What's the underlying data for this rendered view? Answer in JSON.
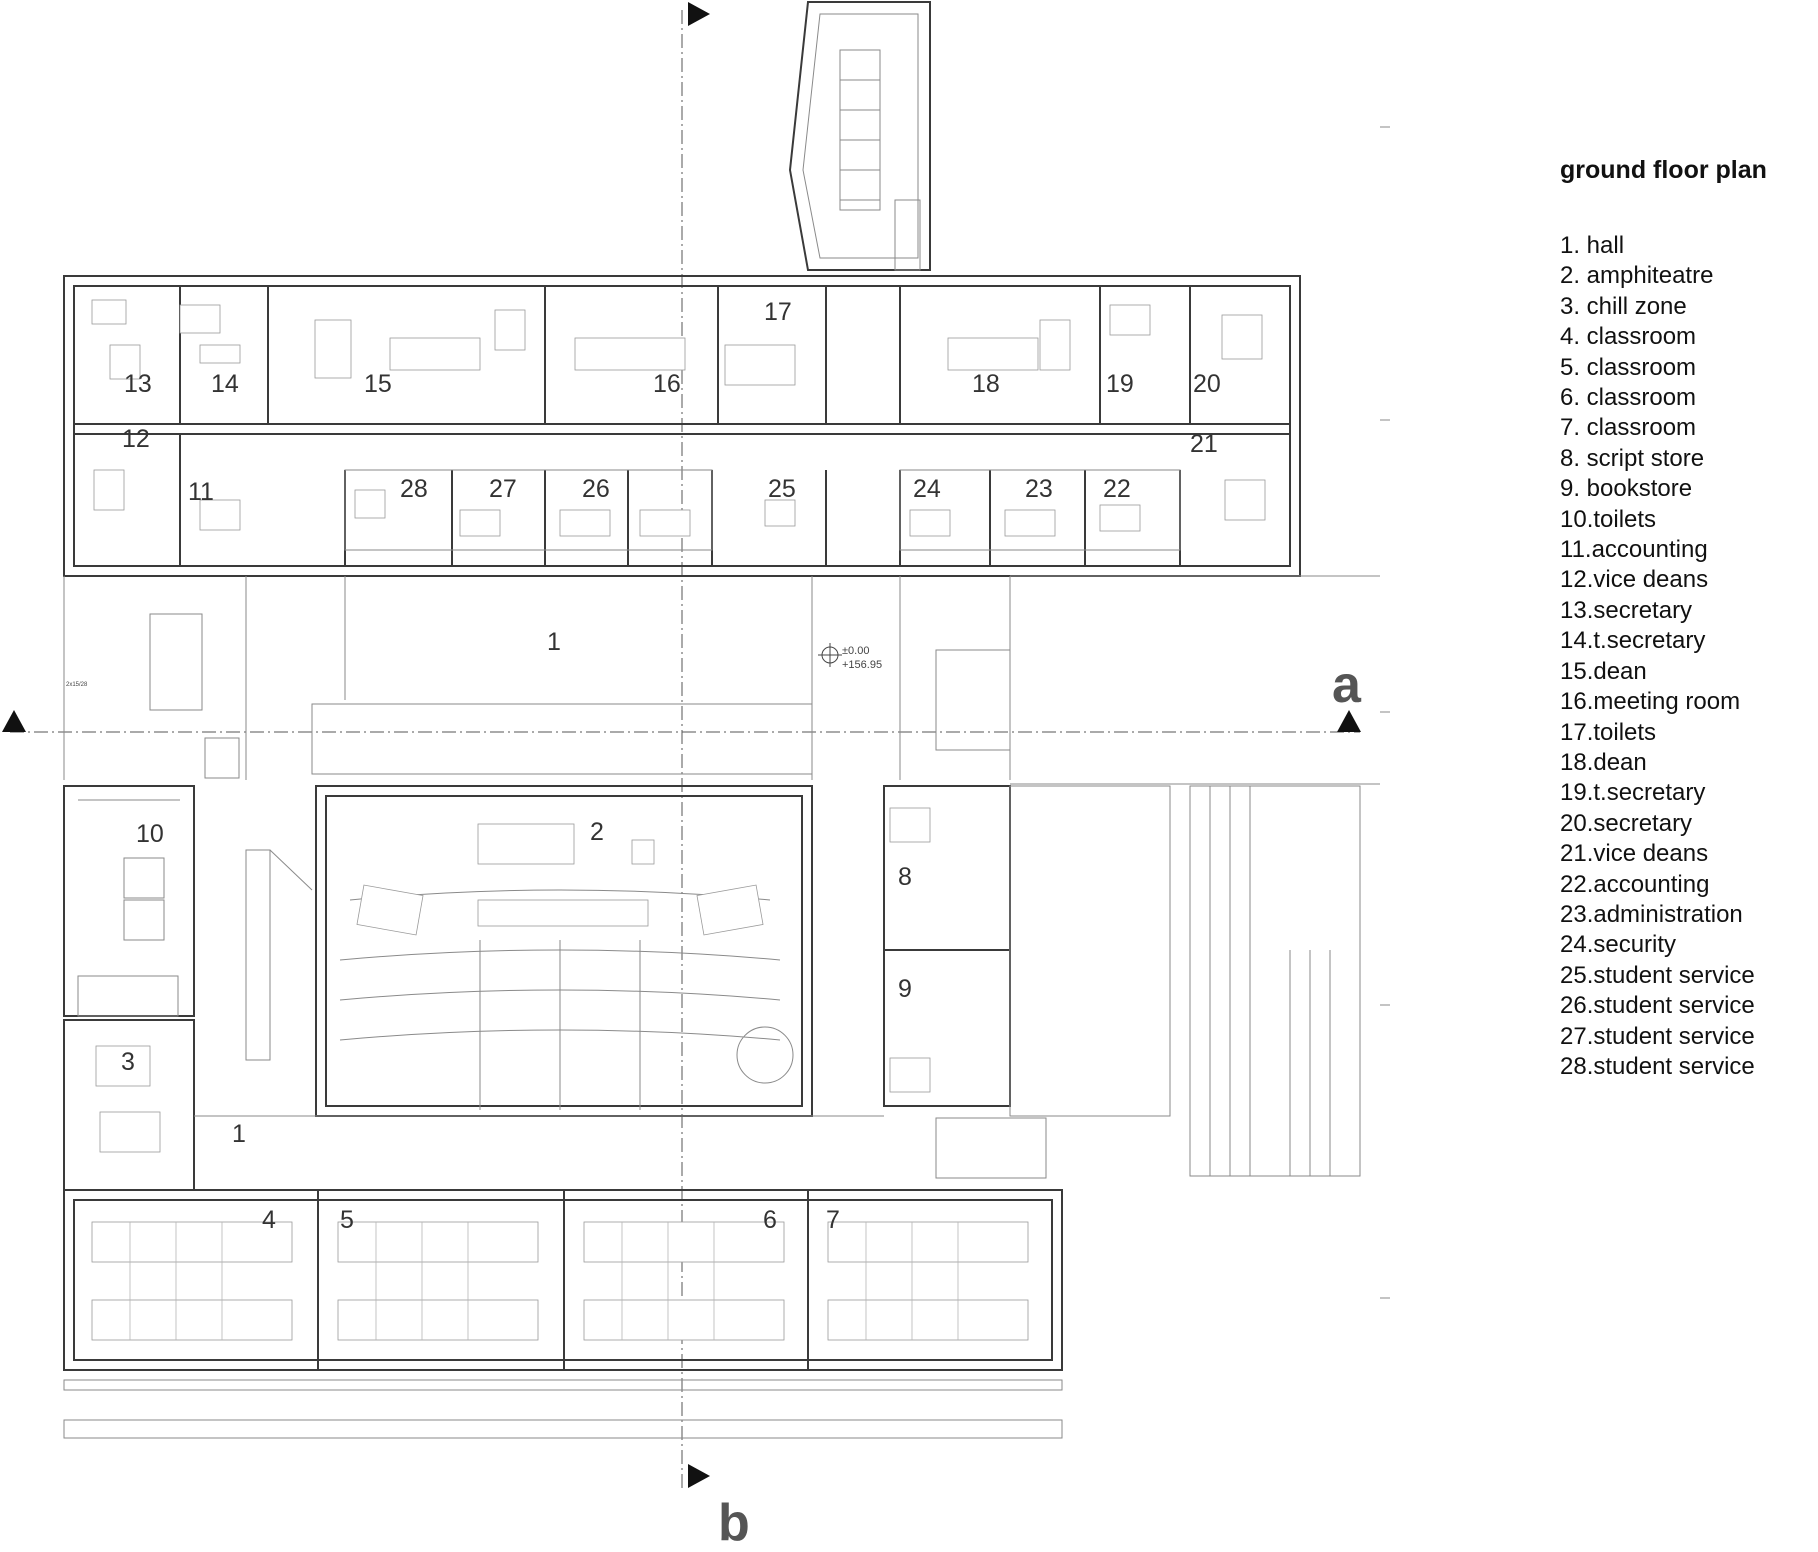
{
  "title": "ground floor plan",
  "legend": [
    "1. hall",
    "2. amphiteatre",
    "3. chill zone",
    "4. classroom",
    "5. classroom",
    "6. classroom",
    "7. classroom",
    "8. script store",
    "9. bookstore",
    "10.toilets",
    "11.accounting",
    "12.vice deans",
    "13.secretary",
    "14.t.secretary",
    "15.dean",
    "16.meeting room",
    "17.toilets",
    "18.dean",
    "19.t.secretary",
    "20.secretary",
    "21.vice deans",
    "22.accounting",
    "23.administration",
    "24.security",
    "25.student service",
    "26.student service",
    "27.student service",
    "28.student service"
  ],
  "room_numbers": [
    "1",
    "2",
    "3",
    "4",
    "5",
    "6",
    "7",
    "8",
    "9",
    "10",
    "11",
    "12",
    "13",
    "14",
    "15",
    "16",
    "17",
    "18",
    "19",
    "20",
    "21",
    "22",
    "23",
    "24",
    "25",
    "26",
    "27",
    "28",
    "1"
  ],
  "section_marks": {
    "a": "a",
    "b": "b"
  },
  "elevation": {
    "level": "±0.00",
    "absolute": "+156.95"
  },
  "small_label": "2x15/28"
}
